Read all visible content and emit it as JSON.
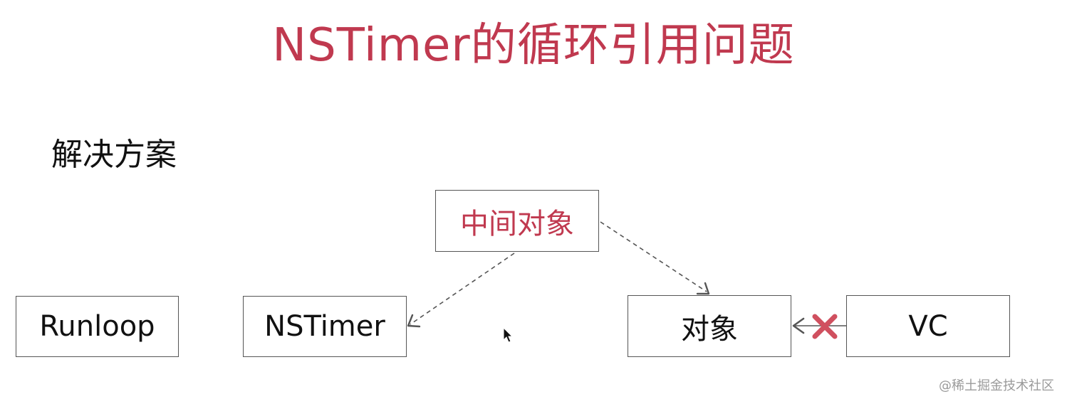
{
  "title": "NSTimer的循环引用问题",
  "subtitle": "解决方案",
  "boxes": {
    "runloop": "Runloop",
    "nstimer": "NSTimer",
    "middle": "中间对象",
    "object": "对象",
    "vc": "VC"
  },
  "watermark": "@稀土掘金技术社区",
  "colors": {
    "accent": "#c0394f",
    "cross": "#d0505f",
    "line": "#555555"
  }
}
